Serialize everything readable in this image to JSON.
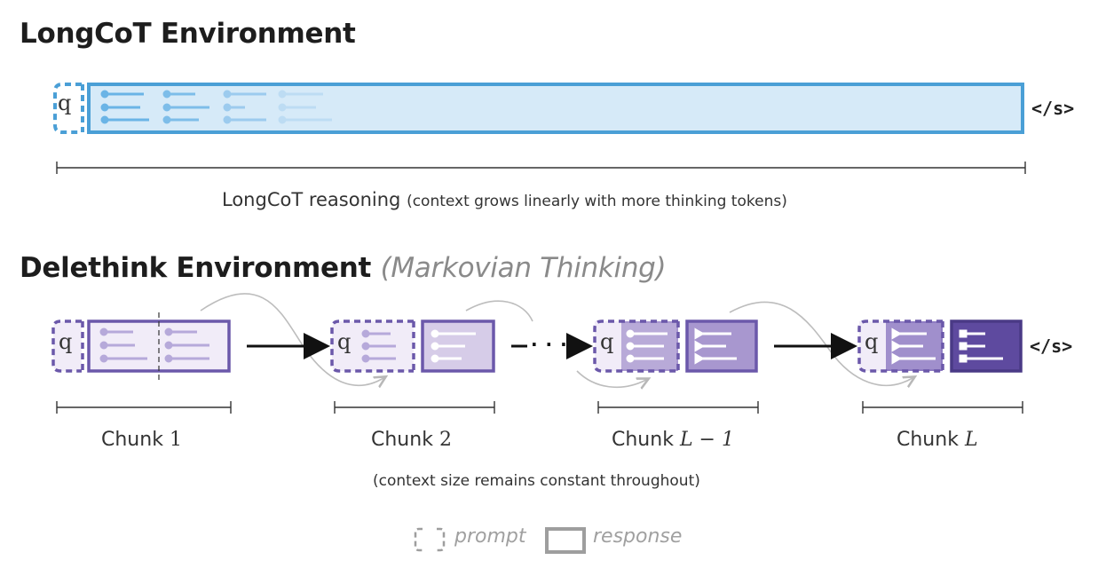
{
  "longcot": {
    "title": "LongCoT Environment",
    "prompt_symbol": "q",
    "end_token": "</s>",
    "caption_main": "LongCoT reasoning",
    "caption_note": "(context grows linearly with more thinking tokens)",
    "prompt_color": "#4a9fd6",
    "response_fill": "#d6eaf8",
    "response_border": "#4a9fd6"
  },
  "delethink": {
    "title": "Delethink Environment",
    "subtitle": "(Markovian Thinking)",
    "prompt_symbol": "q",
    "end_token": "</s>",
    "ellipsis": "· · ·",
    "chunks": [
      {
        "label": "Chunk",
        "index": "1"
      },
      {
        "label": "Chunk",
        "index": "2"
      },
      {
        "label": "Chunk",
        "index": "L − 1"
      },
      {
        "label": "Chunk",
        "index": "L"
      }
    ],
    "note": "(context size remains constant throughout)",
    "colors": [
      "#f1ecf8",
      "#d6cce8",
      "#a897cf",
      "#6b58aa"
    ],
    "border_color": "#6b58aa"
  },
  "legend": {
    "prompt_label": "prompt",
    "response_label": "response"
  }
}
